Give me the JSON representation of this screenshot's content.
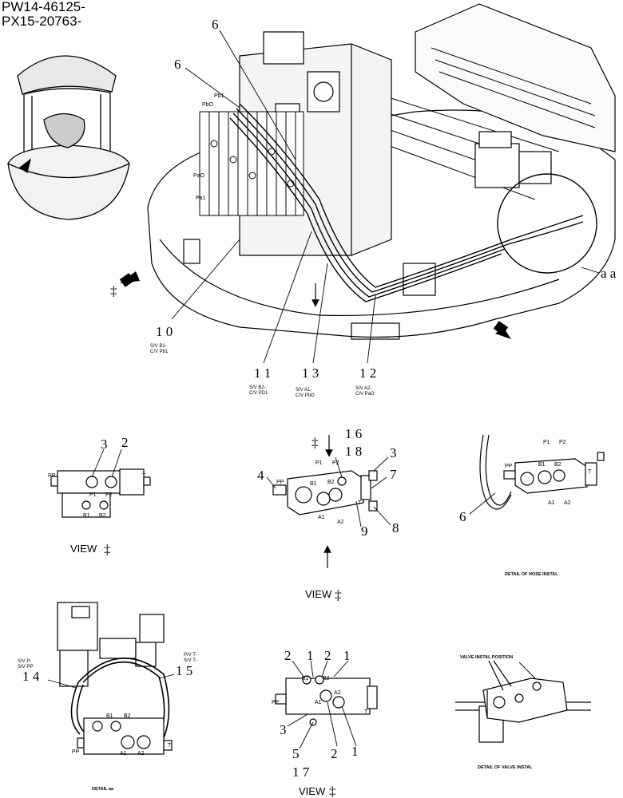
{
  "header": {
    "serial_1": "PW14-46125-",
    "serial_2": "PX15-20763-"
  },
  "main_view": {
    "callouts": {
      "c6_a": "6",
      "c6_b": "6",
      "c10": "1 0",
      "c11": "1 1",
      "c13": "1 3",
      "c12": "1 2",
      "aa": "a a"
    },
    "sublabels": {
      "c10_a": "S/V B1-",
      "c10_b": "C/V Pb1",
      "c11_a": "S/V B2-",
      "c11_b": "C/V PD1",
      "c13_a": "S/V A1-",
      "c13_b": "C/V PbO",
      "c12_a": "S/V A2-",
      "c12_b": "C/V PaO"
    },
    "port_labels": {
      "pb1": "Pb1",
      "pb0": "PbO",
      "pa0": "PaO",
      "pa1": "Pa1"
    }
  },
  "view_left": {
    "callouts": {
      "c3": "3",
      "c2": "2"
    },
    "ports": {
      "pp": "PP",
      "t": "T",
      "p1": "P1",
      "p2": "P2",
      "b1": "B1",
      "b2": "B2"
    },
    "caption": "VIEW",
    "symbol": "‡"
  },
  "view_center": {
    "callouts": {
      "c16": "1 6",
      "c18": "1 8",
      "c3": "3",
      "c4": "4",
      "c7": "7",
      "c8": "8",
      "c9": "9"
    },
    "ports": {
      "pp": "PP",
      "p1": "P1",
      "p2": "P2",
      "b1": "B1",
      "b2": "B2",
      "a1": "A1",
      "a2": "A2",
      "t": "T"
    },
    "caption": "VIEW",
    "symbol": "‡"
  },
  "detail_hose": {
    "callouts": {
      "c6": "6"
    },
    "ports": {
      "pp": "PP",
      "p1": "P1",
      "p2": "P2",
      "b1": "B1",
      "b2": "B2",
      "a1": "A1",
      "a2": "A2",
      "t": "T"
    },
    "caption": "DETAIL OF HOSE INSTAL"
  },
  "detail_aa": {
    "callouts": {
      "c14": "1 4",
      "c15": "1 5"
    },
    "sublabels": {
      "sv_p": "S/V P-",
      "sv_pp": "S/V PP",
      "pv_t": "P/V T-",
      "sv_t": "S/V T-"
    },
    "ports": {
      "b1": "B1",
      "b2": "B2",
      "pp": "PP",
      "a1": "A1",
      "a2": "A2",
      "t": "T"
    },
    "caption": "DETAIL aa"
  },
  "view_bottom": {
    "callouts": {
      "c2a": "2",
      "c1a": "1",
      "c2b": "2",
      "c1b": "1",
      "c3": "3",
      "c5": "5",
      "c2c": "2",
      "c1c": "1",
      "c17": "1 7"
    },
    "ports": {
      "b1": "B1",
      "b2": "B2",
      "pp": "PP",
      "a1": "A1",
      "a2": "A2",
      "t": "T"
    },
    "caption": "VIEW",
    "symbol": "‡"
  },
  "detail_valve": {
    "top_label": "VALVE INSTAL POSITION",
    "caption": "DETAIL OF VALVE INSTAL"
  },
  "symbols": {
    "dagger": "‡"
  }
}
